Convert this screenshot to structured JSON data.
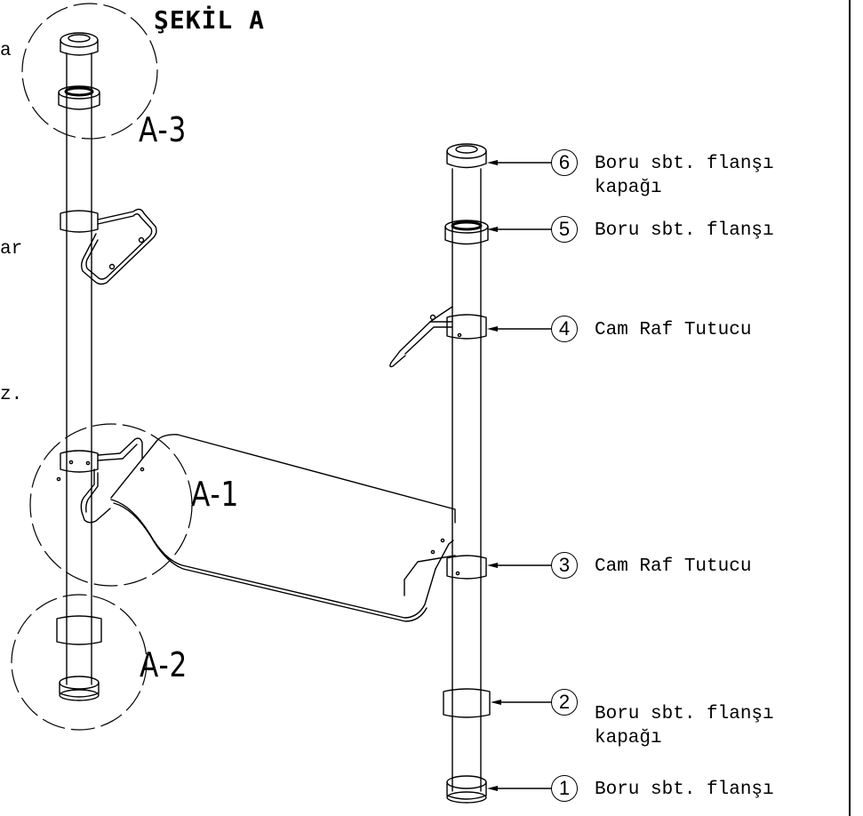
{
  "figure": {
    "title": "ŞEKİL A",
    "side_text_fragments": [
      "a",
      "ar",
      "z."
    ],
    "detail_labels": [
      "A-3",
      "A-1",
      "A-2"
    ],
    "parts": [
      {
        "number": "6",
        "line1": "Boru sbt. flanşı",
        "line2": "kapağı"
      },
      {
        "number": "5",
        "line1": "Boru sbt. flanşı",
        "line2": ""
      },
      {
        "number": "4",
        "line1": "Cam Raf Tutucu",
        "line2": ""
      },
      {
        "number": "3",
        "line1": "Cam Raf Tutucu",
        "line2": ""
      },
      {
        "number": "2",
        "line1": "Boru sbt. flanşı",
        "line2": "kapağı"
      },
      {
        "number": "1",
        "line1": "Boru sbt. flanşı",
        "line2": ""
      }
    ]
  }
}
